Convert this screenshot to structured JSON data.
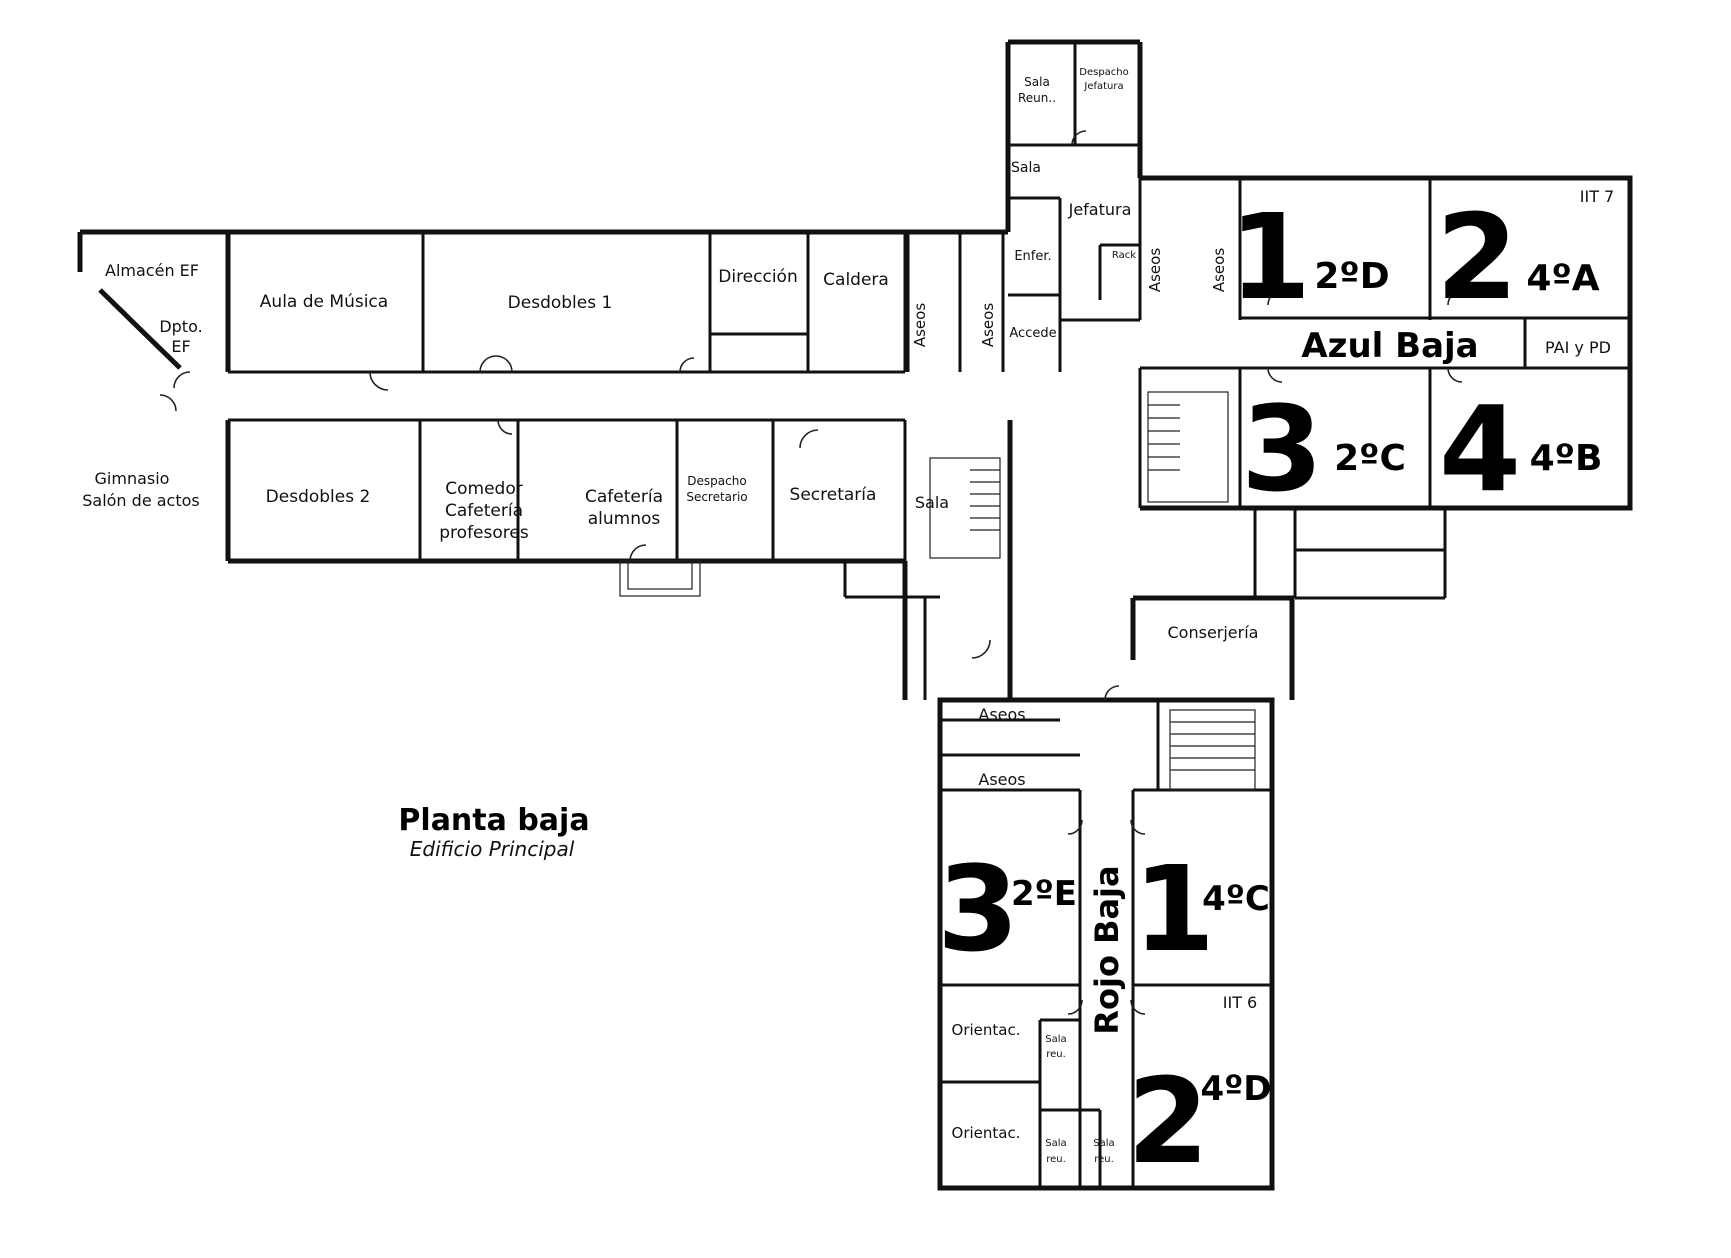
{
  "plan": {
    "title": "Planta baja",
    "subtitle": "Edificio Principal"
  },
  "rooms": {
    "almacen_ef": "Almacén EF",
    "dpto_ef_1": "Dpto.",
    "dpto_ef_2": "EF",
    "aula_musica": "Aula de Música",
    "desdobles_1": "Desdobles 1",
    "direccion": "Dirección",
    "caldera": "Caldera",
    "aseos_a": "Aseos",
    "aseos_b": "Aseos",
    "accede": "Accede",
    "enfer": "Enfer.",
    "jefatura": "Jefatura",
    "rack": "Rack",
    "sala_top": "Sala",
    "sala_reun_1": "Sala",
    "sala_reun_2": "Reun..",
    "despacho_jef_1": "Despacho",
    "despacho_jef_2": "Jefatura",
    "aseos_c": "Aseos",
    "aseos_d": "Aseos",
    "iit7": "IIT 7",
    "pai_pd": "PAI y PD",
    "gimnasio_1": "Gimnasio",
    "gimnasio_2": "Salón de actos",
    "desdobles_2": "Desdobles 2",
    "comedor_1": "Comedor",
    "comedor_2": "Cafetería",
    "comedor_3": "profesores",
    "cafeteria_1": "Cafetería",
    "cafeteria_2": "alumnos",
    "despacho_sec_1": "Despacho",
    "despacho_sec_2": "Secretario",
    "secretaria": "Secretaría",
    "sala_stairs": "Sala",
    "conserjeria": "Conserjería",
    "aseos_e": "Aseos",
    "aseos_f": "Aseos",
    "orientac_1": "Orientac.",
    "orientac_2": "Orientac.",
    "sala_reu_a1": "Sala",
    "sala_reu_a2": "reu.",
    "sala_reu_b1": "Sala",
    "sala_reu_b2": "reu.",
    "sala_reu_c1": "Sala",
    "sala_reu_c2": "reu.",
    "iit6": "IIT 6"
  },
  "zones": {
    "azul": "Azul Baja",
    "rojo": "Rojo Baja"
  },
  "classrooms": {
    "azul_1_num": "1",
    "azul_1_group": "2ºD",
    "azul_2_num": "2",
    "azul_2_group": "4ºA",
    "azul_3_num": "3",
    "azul_3_group": "2ºC",
    "azul_4_num": "4",
    "azul_4_group": "4ºB",
    "rojo_3_num": "3",
    "rojo_3_group": "2ºE",
    "rojo_1_num": "1",
    "rojo_1_group": "4ºC",
    "rojo_2_num": "2",
    "rojo_2_group": "4ºD"
  }
}
